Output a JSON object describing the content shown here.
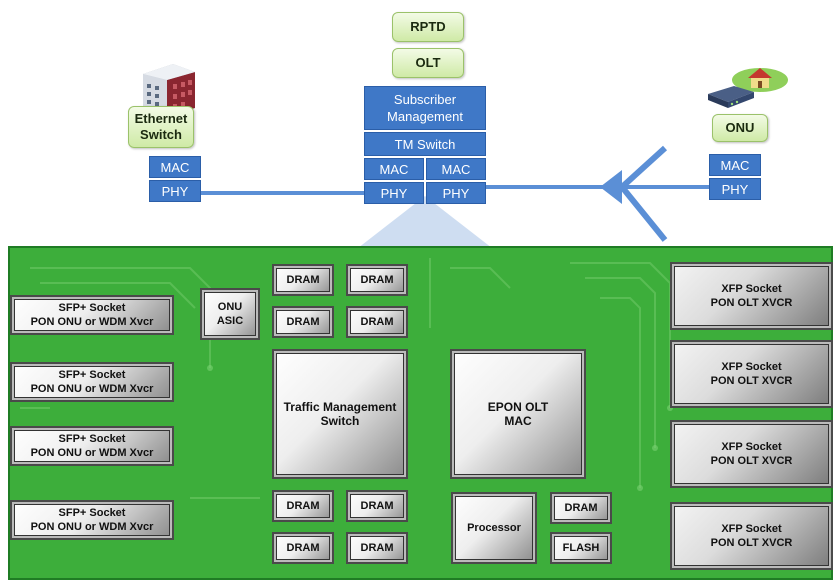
{
  "top": {
    "rptd_label": "RPTD",
    "olt_label": "OLT",
    "subscriber_label": "Subscriber Management",
    "tm_switch_label": "TM Switch",
    "olt_mac_left": "MAC",
    "olt_phy_left": "PHY",
    "olt_mac_right": "MAC",
    "olt_phy_right": "PHY"
  },
  "ethernet": {
    "label": "Ethernet Switch",
    "mac": "MAC",
    "phy": "PHY"
  },
  "onu": {
    "label": "ONU",
    "mac": "MAC",
    "phy": "PHY"
  },
  "board": {
    "sfp": [
      {
        "line1": "SFP+ Socket",
        "line2": "PON ONU or WDM Xvcr"
      },
      {
        "line1": "SFP+ Socket",
        "line2": "PON ONU or WDM Xvcr"
      },
      {
        "line1": "SFP+ Socket",
        "line2": "PON ONU or WDM Xvcr"
      },
      {
        "line1": "SFP+ Socket",
        "line2": "PON ONU or WDM Xvcr"
      }
    ],
    "onu_asic": {
      "line1": "ONU",
      "line2": "ASIC"
    },
    "dram": "DRAM",
    "traffic": {
      "line1": "Traffic Management",
      "line2": "Switch"
    },
    "epon": {
      "line1": "EPON OLT",
      "line2": "MAC"
    },
    "processor": "Processor",
    "flash": "FLASH",
    "xfp": [
      {
        "line1": "XFP Socket",
        "line2": "PON OLT XVCR"
      },
      {
        "line1": "XFP Socket",
        "line2": "PON OLT XVCR"
      },
      {
        "line1": "XFP Socket",
        "line2": "PON OLT XVCR"
      },
      {
        "line1": "XFP Socket",
        "line2": "PON OLT XVCR"
      }
    ]
  },
  "colors": {
    "board_green": "#3dae3b",
    "line_blue": "#5b8fd6",
    "box_blue": "#3f78c7",
    "label_green": "#d8efb8"
  },
  "icons": [
    "building-icon",
    "modem-house-icon"
  ]
}
